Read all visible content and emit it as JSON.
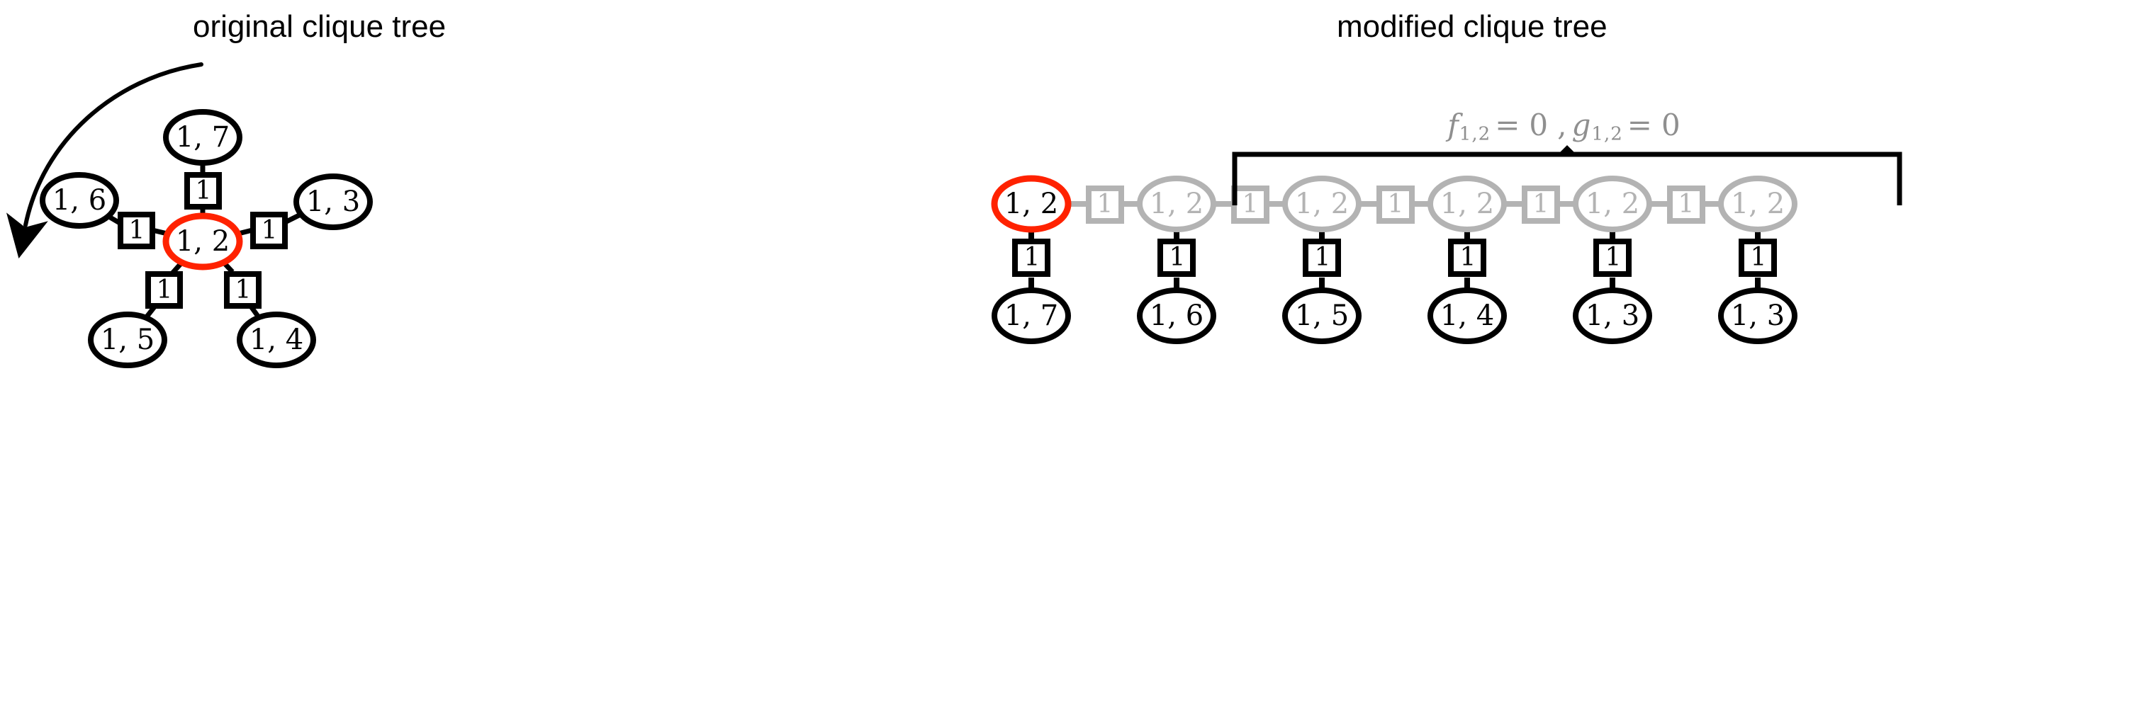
{
  "panels": {
    "left": {
      "title": "original clique tree"
    },
    "right": {
      "title": "modified clique tree"
    }
  },
  "colors": {
    "highlight": "#FF2200",
    "ghost": "#B3B3B3",
    "ink": "#000000",
    "annotation": "#8F8F8F",
    "background": "#FFFFFF"
  },
  "original_tree": {
    "center_clique": {
      "label": "1, 2",
      "highlighted": true
    },
    "neighbors": [
      {
        "clique": "1, 7",
        "separator": "1",
        "direction": "up"
      },
      {
        "clique": "1, 6",
        "separator": "1",
        "direction": "upper-left"
      },
      {
        "clique": "1, 3",
        "separator": "1",
        "direction": "upper-right"
      },
      {
        "clique": "1, 5",
        "separator": "1",
        "direction": "lower-left"
      },
      {
        "clique": "1, 4",
        "separator": "1",
        "direction": "lower-right"
      }
    ],
    "arrow": {
      "name": "transformation-arrow",
      "shape": "curved-down-left"
    }
  },
  "modified_tree": {
    "chain": [
      {
        "clique": "1, 2",
        "highlighted": true,
        "ghost": false,
        "child_separator": "1",
        "child_clique": "1, 7"
      },
      {
        "clique": "1, 2",
        "highlighted": false,
        "ghost": true,
        "child_separator": "1",
        "child_clique": "1, 6",
        "left_separator": "1"
      },
      {
        "clique": "1, 2",
        "highlighted": false,
        "ghost": true,
        "child_separator": "1",
        "child_clique": "1, 5",
        "left_separator": "1"
      },
      {
        "clique": "1, 2",
        "highlighted": false,
        "ghost": true,
        "child_separator": "1",
        "child_clique": "1, 4",
        "left_separator": "1"
      },
      {
        "clique": "1, 2",
        "highlighted": false,
        "ghost": true,
        "child_separator": "1",
        "child_clique": "1, 3",
        "left_separator": "1"
      }
    ],
    "annotation": {
      "f_symbol": "f",
      "f_subscript": "1,2",
      "f_value": "0",
      "g_symbol": "g",
      "g_subscript": "1,2",
      "g_value": "0",
      "equals": "=",
      "comma": ",",
      "plain": "f1,2 = 0, g1,2 = 0"
    }
  }
}
